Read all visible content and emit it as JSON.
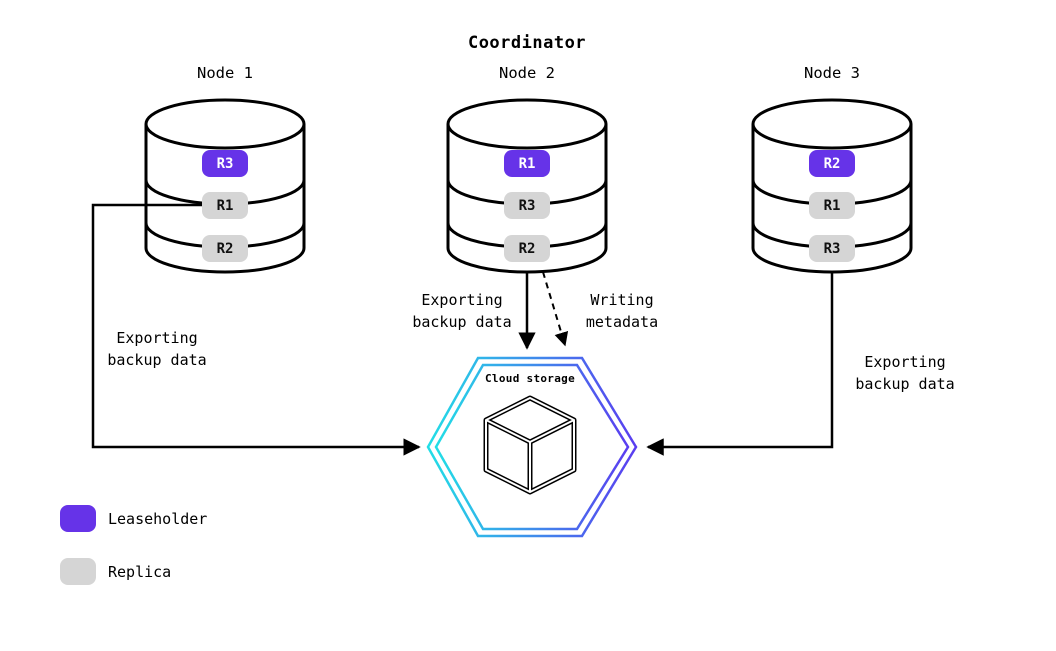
{
  "title": "Coordinator",
  "nodes": [
    {
      "label": "Node 1",
      "replicas": [
        {
          "label": "R3",
          "role": "leaseholder"
        },
        {
          "label": "R1",
          "role": "replica"
        },
        {
          "label": "R2",
          "role": "replica"
        }
      ]
    },
    {
      "label": "Node 2",
      "replicas": [
        {
          "label": "R1",
          "role": "leaseholder"
        },
        {
          "label": "R3",
          "role": "replica"
        },
        {
          "label": "R2",
          "role": "replica"
        }
      ]
    },
    {
      "label": "Node 3",
      "replicas": [
        {
          "label": "R2",
          "role": "leaseholder"
        },
        {
          "label": "R1",
          "role": "replica"
        },
        {
          "label": "R3",
          "role": "replica"
        }
      ]
    }
  ],
  "cloud_storage": {
    "label": "Cloud storage"
  },
  "edge_labels": {
    "node1_export": "Exporting\nbackup data",
    "node2_export": "Exporting\nbackup data",
    "node2_metadata": "Writing\nmetadata",
    "node3_export": "Exporting\nbackup data"
  },
  "legend": {
    "leaseholder": {
      "label": "Leaseholder",
      "color": "#6633e8"
    },
    "replica": {
      "label": "Replica",
      "color": "#d5d5d5"
    }
  },
  "colors": {
    "leaseholder_badge": "#6633e8",
    "replica_badge": "#d5d5d5",
    "hexagon_gradient_start": "#22dee6",
    "hexagon_gradient_end": "#5a3df0",
    "arrow": "#000000"
  }
}
